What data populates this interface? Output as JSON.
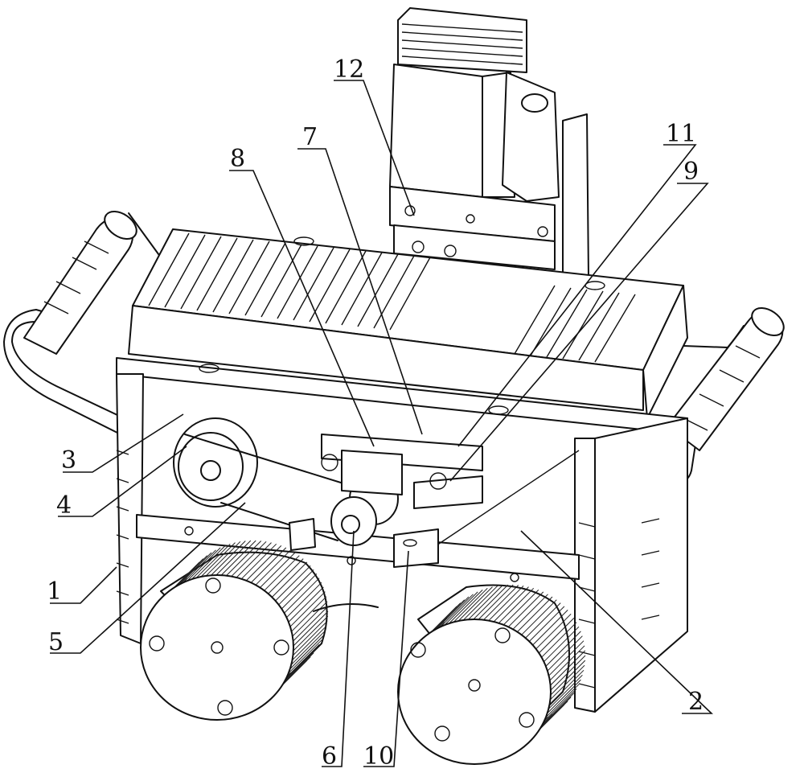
{
  "figure": {
    "labels": [
      {
        "id": "1",
        "text": "1"
      },
      {
        "id": "2",
        "text": "2"
      },
      {
        "id": "3",
        "text": "3"
      },
      {
        "id": "4",
        "text": "4"
      },
      {
        "id": "5",
        "text": "5"
      },
      {
        "id": "6",
        "text": "6"
      },
      {
        "id": "7",
        "text": "7"
      },
      {
        "id": "8",
        "text": "8"
      },
      {
        "id": "9",
        "text": "9"
      },
      {
        "id": "10",
        "text": "10"
      },
      {
        "id": "11",
        "text": "11"
      },
      {
        "id": "12",
        "text": "12"
      }
    ]
  },
  "colors": {
    "line": "#111111",
    "background": "#ffffff"
  }
}
